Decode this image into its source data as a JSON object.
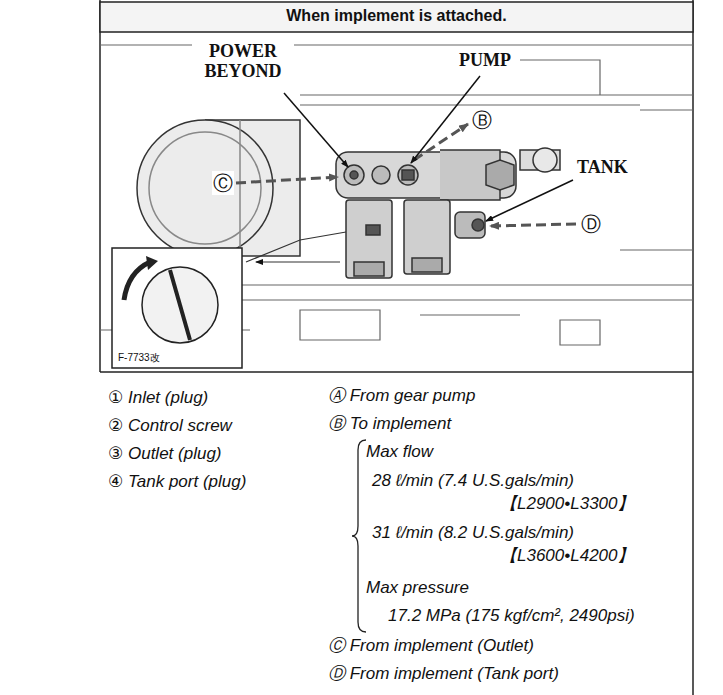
{
  "diagram": {
    "title": "When implement is attached.",
    "labels": [
      "POWER BEYOND",
      "PUMP",
      "TANK",
      "Ⓒ",
      "Ⓑ",
      "Ⓓ",
      "F-7733改",
      "① Inlet (plug)",
      "② Control screw",
      "③ Outlet (plug)",
      "④ Tank port (plug)",
      "Ⓐ From gear pump",
      "Ⓑ To implement",
      "Max flow",
      "28 ℓ/min (7.4 U.S.gals/min)",
      "【L2900•L3300】",
      "31 ℓ/min (8.2 U.S.gals/min)",
      "【L3600•L4200】",
      "Max pressure",
      "17.2 MPa (175 kgf/cm², 2490psi)",
      "Ⓒ From implement (Outlet)",
      "Ⓓ From implement (Tank port)"
    ]
  }
}
